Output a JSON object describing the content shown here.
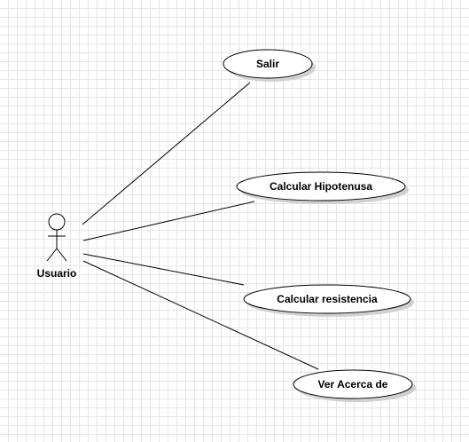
{
  "diagram": {
    "actor": {
      "label": "Usuario"
    },
    "use_cases": [
      {
        "id": "salir",
        "label": "Salir"
      },
      {
        "id": "hipotenusa",
        "label": "Calcular Hipotenusa"
      },
      {
        "id": "resistencia",
        "label": "Calcular resistencia"
      },
      {
        "id": "acerca",
        "label": "Ver Acerca de"
      }
    ],
    "colors": {
      "stroke": "#000000",
      "fill": "#ffffff",
      "shadow": "#d0d0d0",
      "grid": "#e6e6e6"
    }
  }
}
